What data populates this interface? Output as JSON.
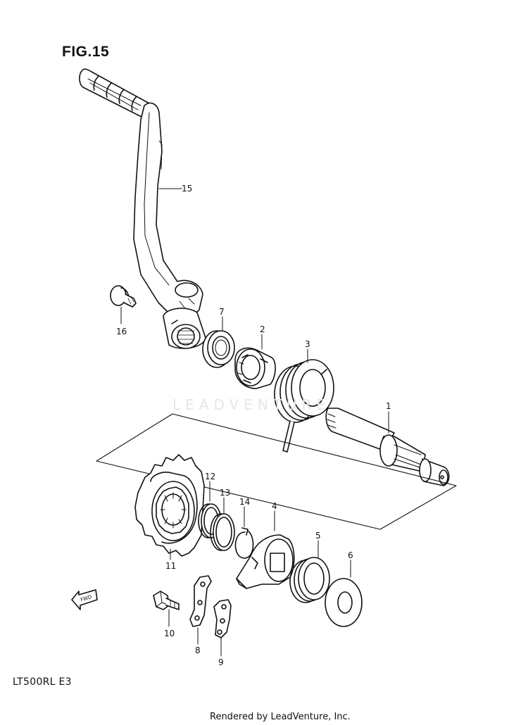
{
  "figure": {
    "title": "FIG.15",
    "model_code": "LT500RL  E3"
  },
  "footer": {
    "credit": "Rendered by LeadVenture, Inc."
  },
  "watermark": {
    "text": "LEADVENTURE"
  },
  "fwd_label": "FWD",
  "callouts": [
    {
      "id": "1",
      "label": "1"
    },
    {
      "id": "2",
      "label": "2"
    },
    {
      "id": "3",
      "label": "3"
    },
    {
      "id": "4",
      "label": "4"
    },
    {
      "id": "5",
      "label": "5"
    },
    {
      "id": "6",
      "label": "6"
    },
    {
      "id": "7",
      "label": "7"
    },
    {
      "id": "8",
      "label": "8"
    },
    {
      "id": "9",
      "label": "9"
    },
    {
      "id": "10",
      "label": "10"
    },
    {
      "id": "11",
      "label": "11"
    },
    {
      "id": "12",
      "label": "12"
    },
    {
      "id": "13",
      "label": "13"
    },
    {
      "id": "14",
      "label": "14"
    },
    {
      "id": "15",
      "label": "15"
    },
    {
      "id": "16",
      "label": "16"
    }
  ]
}
